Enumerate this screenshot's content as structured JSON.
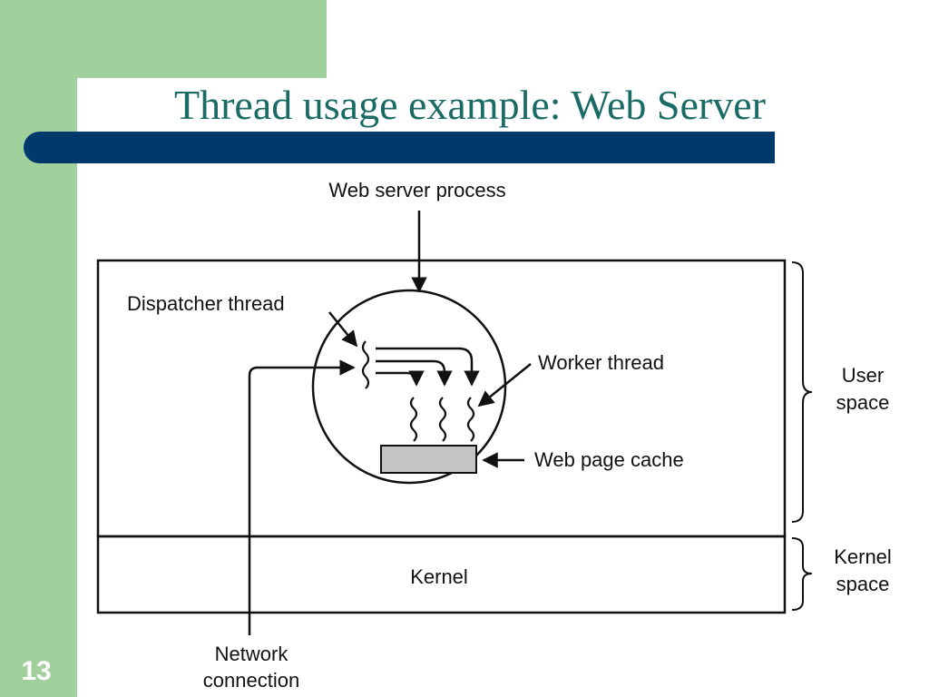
{
  "slide": {
    "title": "Thread usage example: Web Server",
    "page_number": "13"
  },
  "diagram": {
    "labels": {
      "web_server_process": "Web server process",
      "dispatcher_thread": "Dispatcher thread",
      "worker_thread": "Worker thread",
      "web_page_cache": "Web page cache",
      "kernel": "Kernel",
      "user_space_line1": "User",
      "user_space_line2": "space",
      "kernel_space_line1": "Kernel",
      "kernel_space_line2": "space",
      "network_line1": "Network",
      "network_line2": "connection"
    }
  },
  "colors": {
    "sidebar_green": "#a0d09c",
    "title_teal": "#1a6b66",
    "title_bar_navy": "#003a6c",
    "cache_gray": "#c4c4c4"
  }
}
